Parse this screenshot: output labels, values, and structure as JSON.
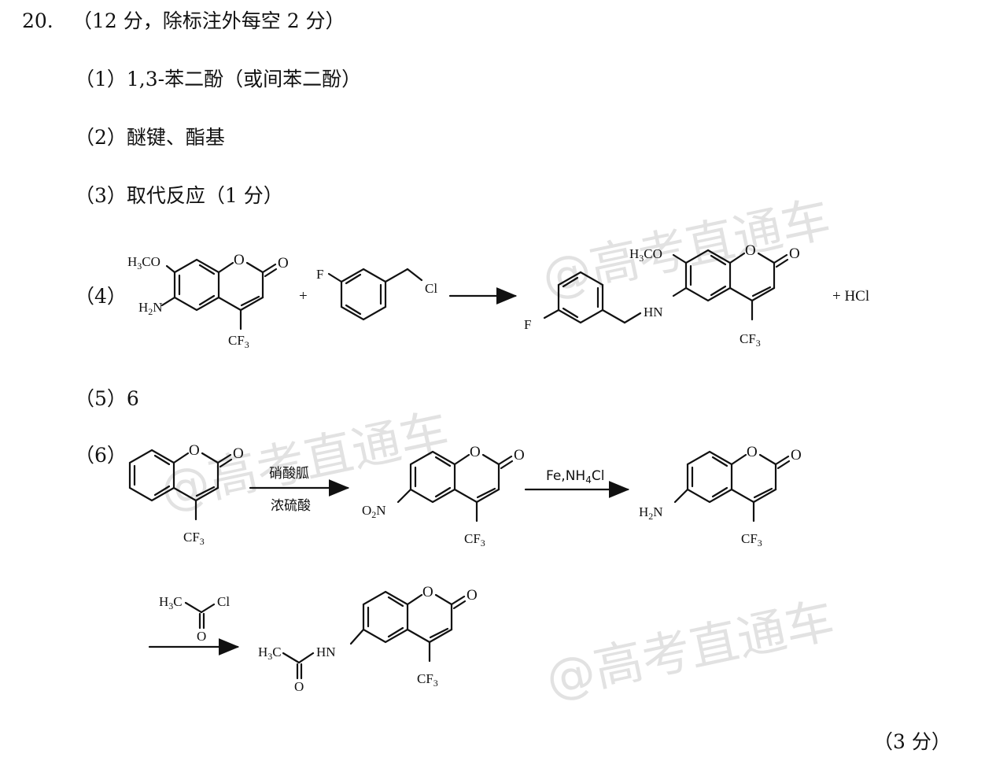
{
  "question": {
    "number": "20.",
    "header": "（12 分，除标注外每空 2 分）"
  },
  "answers": {
    "a1": "（1）1,3-苯二酚（或间苯二酚）",
    "a2": "（2）醚键、酯基",
    "a3": "（3）取代反应（1 分）",
    "a4_tag": "（4）",
    "a5": "（5）6",
    "a6_tag": "（6）",
    "points": "（3 分）"
  },
  "reaction4": {
    "reactant1_groups": [
      "H3CO",
      "H2N",
      "CF3",
      "O",
      "O"
    ],
    "plus": "+",
    "reactant2_groups": [
      "F",
      "Cl"
    ],
    "product_groups": [
      "F",
      "HN",
      "H3CO",
      "O",
      "O",
      "CF3"
    ],
    "byproduct": "+ HCl"
  },
  "route6": {
    "step1_reagent_top": "硝酸胍",
    "step1_reagent_bottom": "浓硫酸",
    "step2_reagent": "Fe,NH4Cl",
    "step3_reagent": "H3C–C(=O)–Cl",
    "intermediate1_groups": [
      "O2N",
      "CF3"
    ],
    "intermediate2_groups": [
      "H2N",
      "CF3"
    ],
    "product_groups": [
      "H3C",
      "HN",
      "O",
      "CF3"
    ]
  },
  "watermark": "@高考直通车"
}
